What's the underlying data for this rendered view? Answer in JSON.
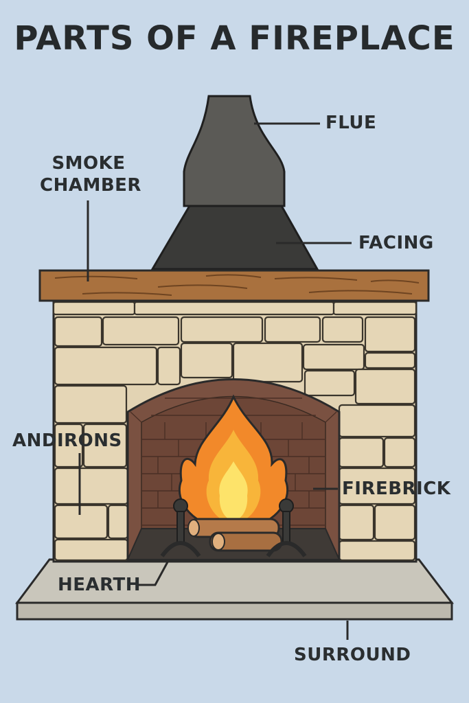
{
  "title": "PARTS OF A FIREPLACE",
  "labels": {
    "flue": "FLUE",
    "smoke_chamber_line1": "SMOKE",
    "smoke_chamber_line2": "CHAMBER",
    "facing": "FACING",
    "andirons": "ANDIRONS",
    "firebrick": "FIREBRICK",
    "hearth": "HEARTH",
    "surround": "SURROUND"
  },
  "colors": {
    "background": "#c9d9e9",
    "stone": "#e2d3b3",
    "mantel": "#a9713e",
    "firebox": "#7a5141",
    "hood": "#3a3a38",
    "flue": "#5b5a56",
    "hearth": "#c9c6bb",
    "flame_outer": "#f2892a",
    "flame_inner": "#fde36a"
  }
}
